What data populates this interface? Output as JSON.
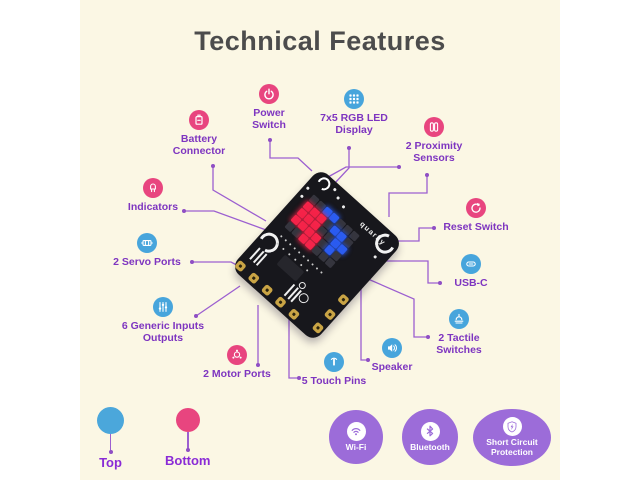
{
  "title": "Technical Features",
  "board": {
    "brand": "quarky",
    "led_display": "7x5 RGB LED",
    "led_pattern": [
      "0022000",
      "1110220",
      "1110022",
      "1111020",
      "0011000"
    ],
    "led_colors": {
      "red": "#F5244A",
      "blue": "#2B5CF0",
      "off": "#35353E"
    }
  },
  "features": [
    {
      "label": "Battery\nConnector",
      "icon": "battery-icon",
      "color": "#E8457F"
    },
    {
      "label": "Power\nSwitch",
      "icon": "power-icon",
      "color": "#E8457F"
    },
    {
      "label": "7x5 RGB LED\nDisplay",
      "icon": "led-grid-icon",
      "color": "#47A5DC"
    },
    {
      "label": "2 Proximity\nSensors",
      "icon": "proximity-icon",
      "color": "#E8457F"
    },
    {
      "label": "Indicators",
      "icon": "indicator-icon",
      "color": "#E8457F"
    },
    {
      "label": "2 Servo Ports",
      "icon": "servo-icon",
      "color": "#47A5DC"
    },
    {
      "label": "6 Generic Inputs\nOutputs",
      "icon": "sliders-icon",
      "color": "#47A5DC"
    },
    {
      "label": "2 Motor Ports",
      "icon": "motor-icon",
      "color": "#E8457F"
    },
    {
      "label": "5 Touch Pins",
      "icon": "touch-icon",
      "color": "#47A5DC"
    },
    {
      "label": "Speaker",
      "icon": "speaker-icon",
      "color": "#47A5DC"
    },
    {
      "label": "2 Tactile\nSwitches",
      "icon": "tactile-icon",
      "color": "#47A5DC"
    },
    {
      "label": "USB-C",
      "icon": "usb-icon",
      "color": "#47A5DC"
    },
    {
      "label": "Reset Switch",
      "icon": "reset-icon",
      "color": "#E8457F"
    }
  ],
  "legend": [
    {
      "label": "Top",
      "color": "#4BA7DB"
    },
    {
      "label": "Bottom",
      "color": "#E8457F"
    }
  ],
  "badges": [
    {
      "label": "Wi-Fi",
      "icon": "wifi-icon"
    },
    {
      "label": "Bluetooth",
      "icon": "bluetooth-icon"
    },
    {
      "label": "Short Circuit\nProtection",
      "icon": "shield-icon"
    }
  ],
  "colors": {
    "background_panel": "#FBF7E4",
    "title_text": "#4C4C4C",
    "label_text": "#7E35C0",
    "connector_line": "#9C5FD0",
    "pink_accent": "#E8457F",
    "blue_accent": "#47A5DC",
    "badge_purple": "#9C6CD9",
    "board_black": "#17171C",
    "pad_gold": "#C9A445"
  }
}
